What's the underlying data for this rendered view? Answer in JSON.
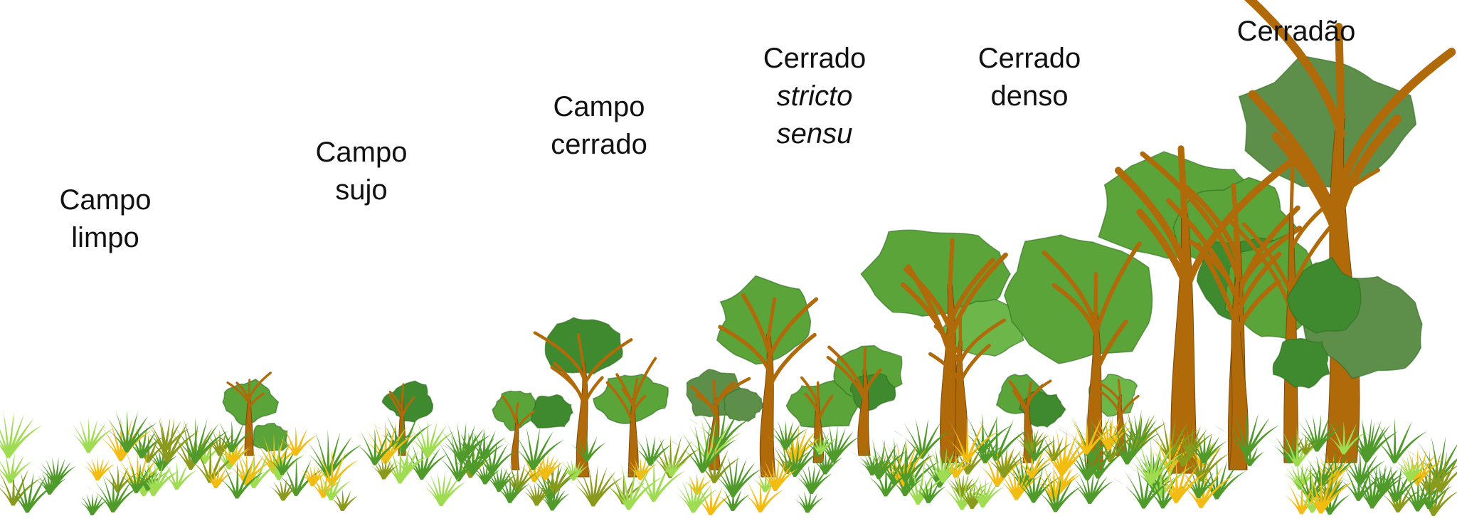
{
  "labels": {
    "campo_limpo": [
      "Campo",
      "limpo"
    ],
    "campo_sujo": [
      "Campo",
      "sujo"
    ],
    "campo_cerrado": [
      "Campo",
      "cerrado"
    ],
    "cerrado_ss": [
      "Cerrado",
      "stricto",
      "sensu"
    ],
    "cerrado_denso": [
      "Cerrado",
      "denso"
    ],
    "cerradao": [
      "Cerradão"
    ]
  },
  "colors": {
    "canopy_light": "#6cb64a",
    "canopy_mid": "#5aa43a",
    "canopy_dark": "#3f8a2f",
    "canopy_olive": "#5e8f4a",
    "trunk": "#b06a0a",
    "grass_green": "#4f9a2a",
    "grass_yellow": "#f2bc12",
    "grass_olive": "#8a9a1c",
    "grass_lime": "#9fdc52"
  }
}
